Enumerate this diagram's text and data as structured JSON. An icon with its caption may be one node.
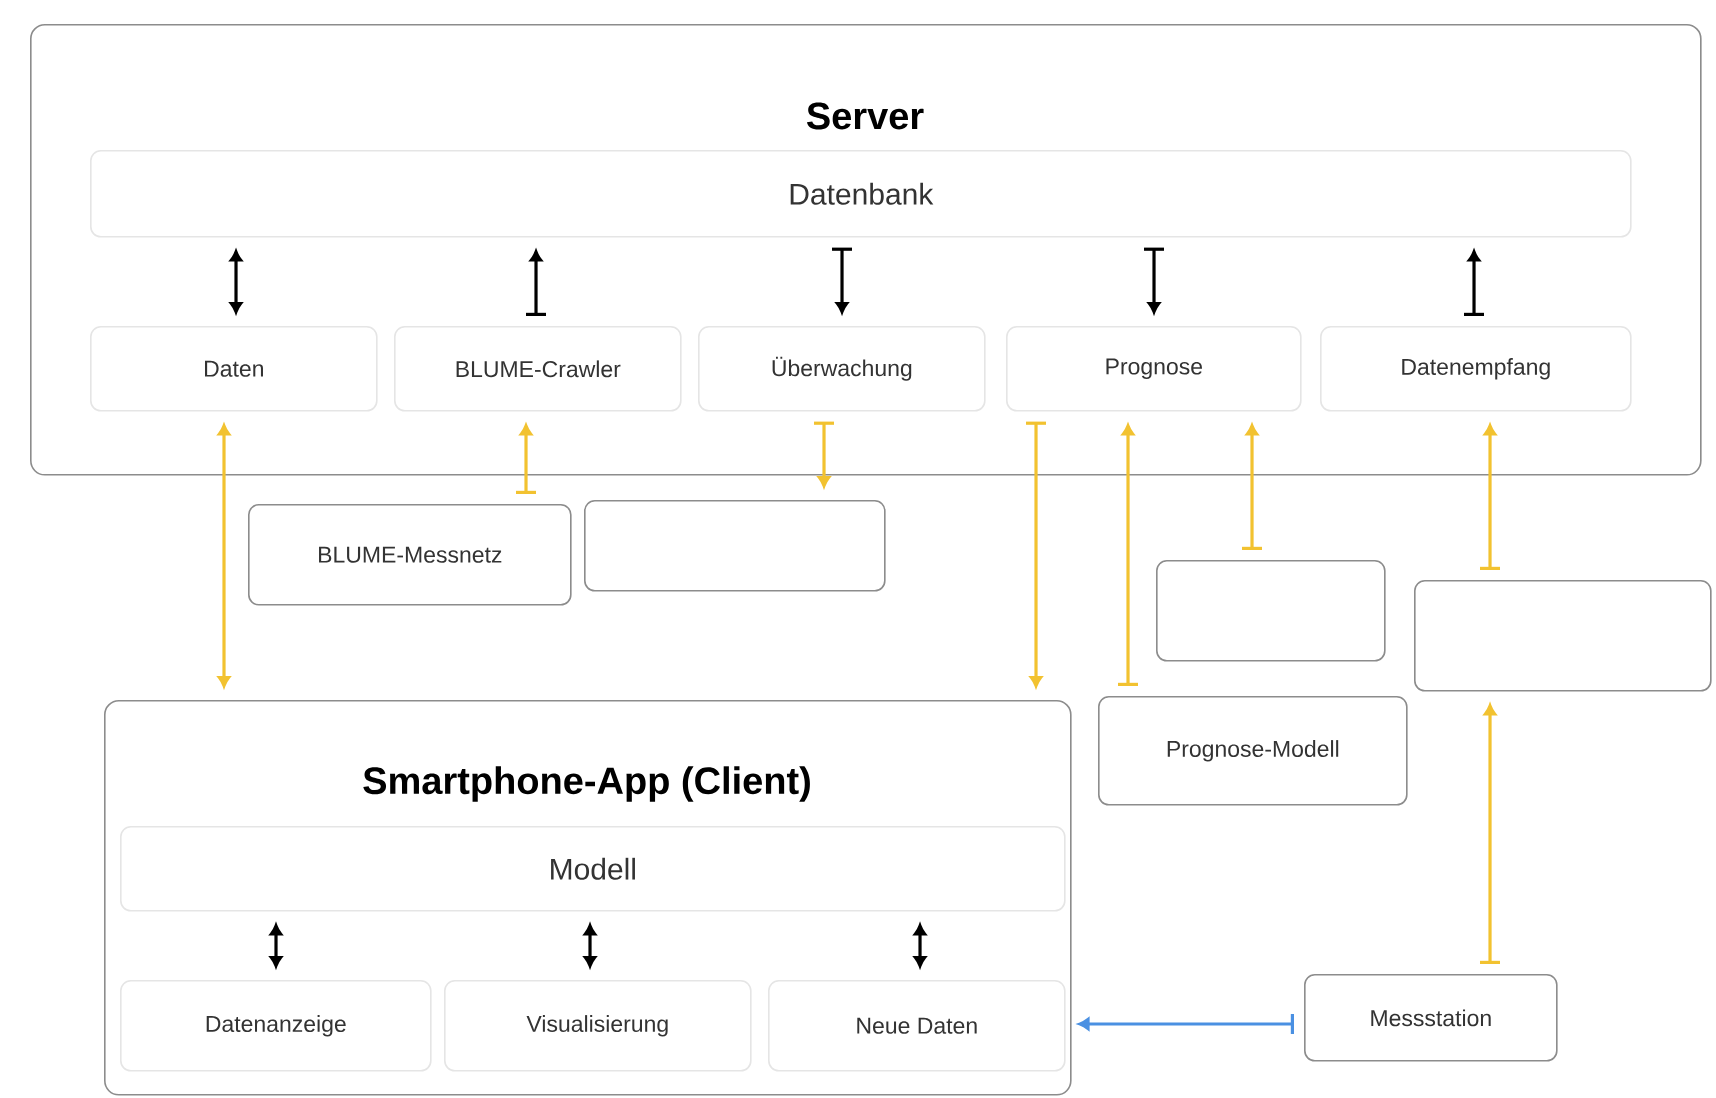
{
  "diagram": {
    "nodes": [
      {
        "text": [
          "Server"
        ]
      },
      {
        "text": [
          "Datenbank"
        ],
        "in": 0
      },
      {
        "text": [
          "Daten"
        ],
        "in": 0
      },
      {
        "text": [
          "BLUME-Crawler"
        ],
        "in": 0
      },
      {
        "text": [
          "Überwachung"
        ],
        "in": 0
      },
      {
        "text": [
          "Prognose"
        ],
        "in": 0
      },
      {
        "text": [
          "Datenempfang"
        ],
        "in": 0
      },
      {
        "text": [
          "BLUME-Messnetz"
        ]
      },
      {
        "text": [],
        "shape": "box"
      },
      {
        "text": [],
        "shape": "box"
      },
      {
        "text": [],
        "shape": "box"
      },
      {
        "text": [
          "Prognose-Modell"
        ]
      },
      {
        "text": [
          "Smartphone-App (Client)"
        ]
      },
      {
        "text": [
          "Modell"
        ],
        "in": 12
      },
      {
        "text": [
          "Datenanzeige"
        ],
        "in": 12
      },
      {
        "text": [
          "Visualisierung"
        ],
        "in": 12
      },
      {
        "text": [
          "Neue Daten"
        ],
        "in": 12
      },
      {
        "text": [
          "Messstation"
        ]
      }
    ],
    "edges": [
      {
        "from": 1,
        "to": 2,
        "arrow": "both"
      },
      {
        "from": 3,
        "to": 1,
        "arrow": "to"
      },
      {
        "from": 1,
        "to": 4,
        "arrow": "to"
      },
      {
        "from": 1,
        "to": 5,
        "arrow": "to"
      },
      {
        "from": 6,
        "to": 1,
        "arrow": "to"
      },
      {
        "from": 12,
        "to": 2,
        "arrow": "both",
        "color": "#f2c230"
      },
      {
        "from": 7,
        "to": 3,
        "arrow": "to",
        "color": "#f2c230"
      },
      {
        "from": 4,
        "to": 8,
        "arrow": "to",
        "color": "#f2c230"
      },
      {
        "from": 5,
        "to": 12,
        "arrow": "to",
        "color": "#f2c230"
      },
      {
        "from": 11,
        "to": 5,
        "arrow": "to",
        "color": "#f2c230"
      },
      {
        "from": 9,
        "to": 5,
        "arrow": "to",
        "color": "#f2c230"
      },
      {
        "from": 10,
        "to": 6,
        "arrow": "to",
        "color": "#f2c230"
      },
      {
        "from": 17,
        "to": 10,
        "arrow": "to",
        "color": "#f2c230"
      },
      {
        "from": 13,
        "to": 14,
        "arrow": "both"
      },
      {
        "from": 13,
        "to": 15,
        "arrow": "both"
      },
      {
        "from": 13,
        "to": 16,
        "arrow": "both"
      },
      {
        "from": 17,
        "to": 16,
        "arrow": "to",
        "color": "#4a90e2"
      }
    ]
  }
}
